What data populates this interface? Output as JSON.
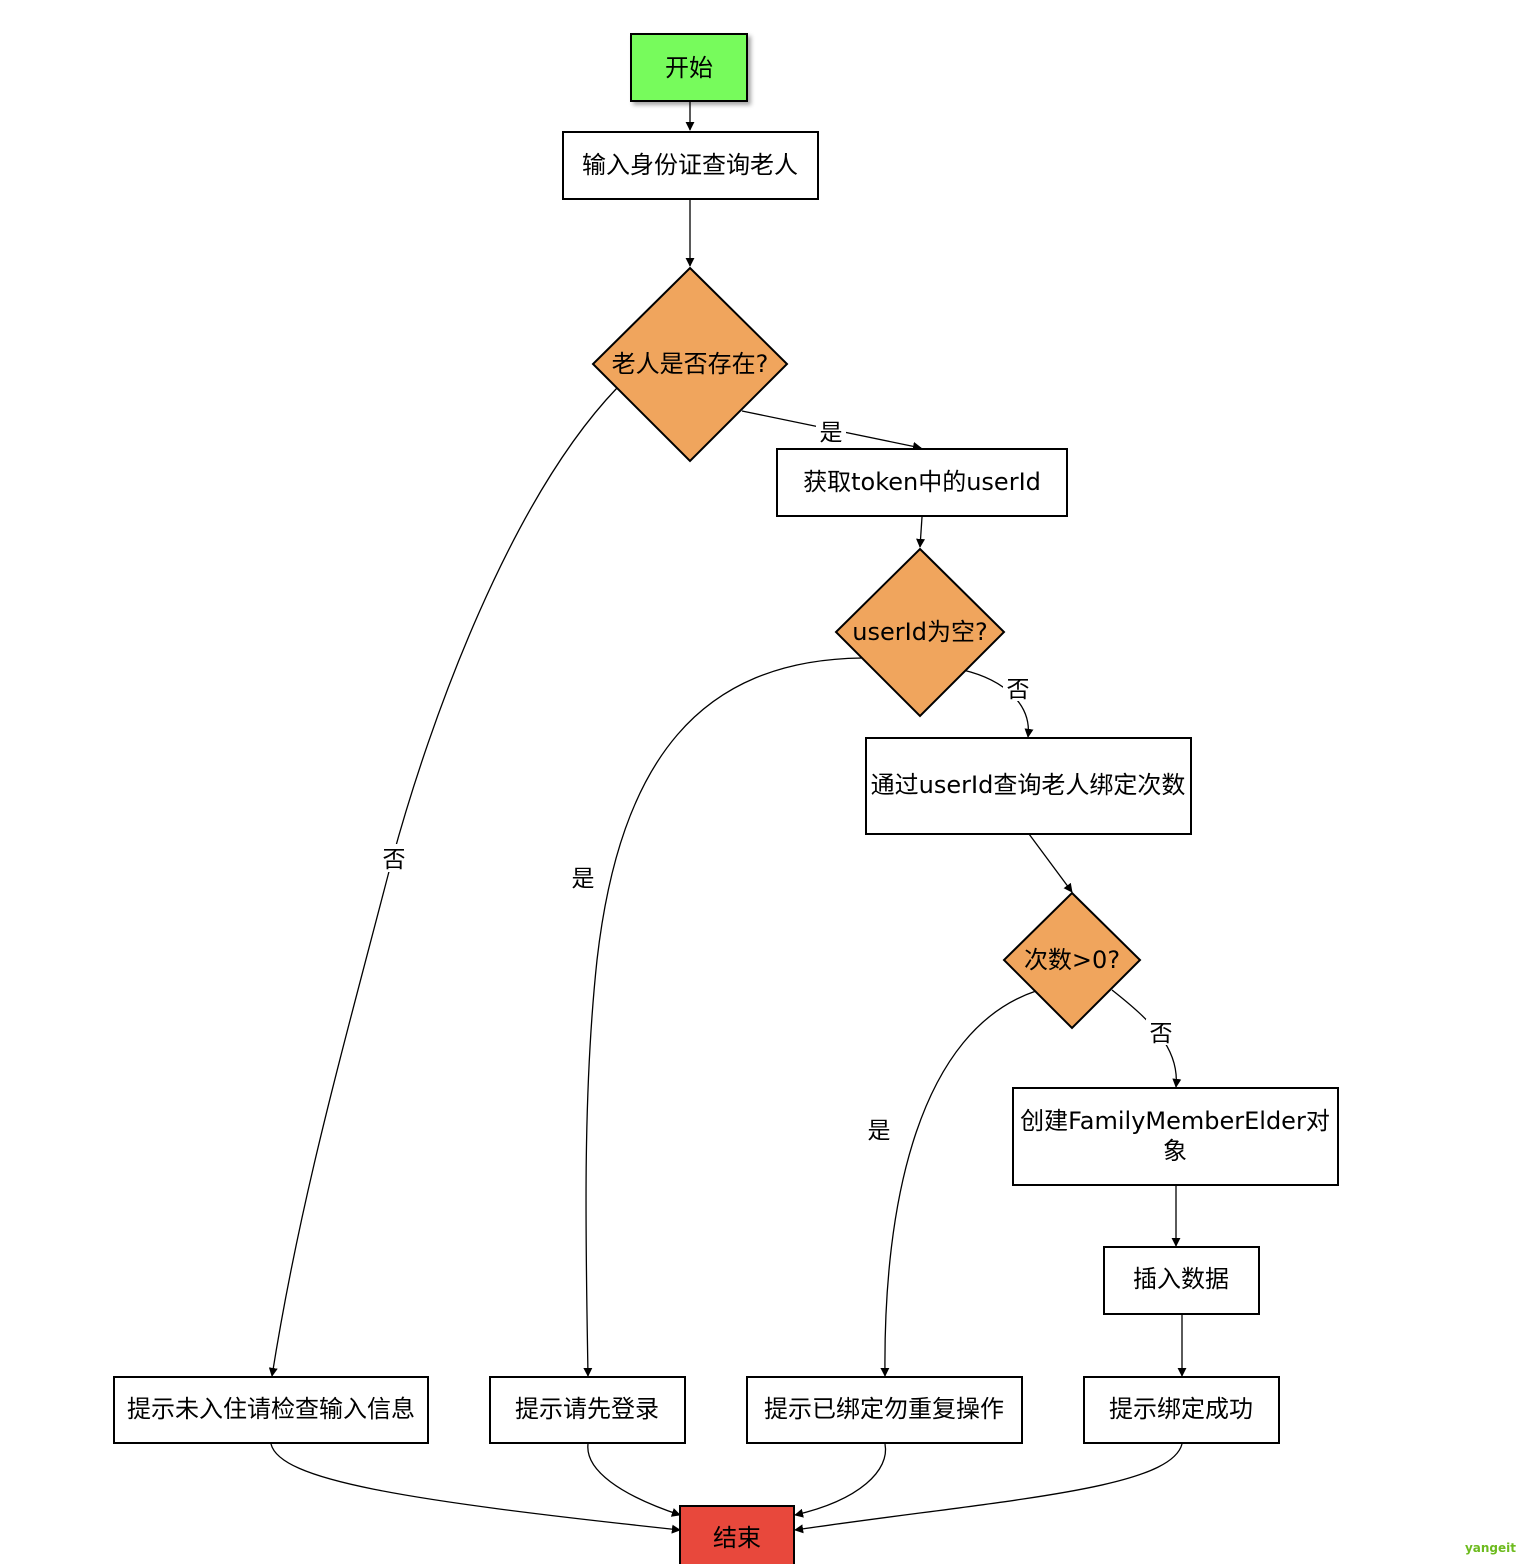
{
  "nodes": {
    "start": "开始",
    "input_id": "输入身份证查询老人",
    "elder_exists": "老人是否存在?",
    "get_user_id": "获取token中的userId",
    "user_id_empty": "userId为空?",
    "query_bind_count": "通过userId查询老人绑定次数",
    "count_gt_zero": "次数>0?",
    "create_object_line1": "创建FamilyMemberElder对",
    "create_object_line2": "象",
    "insert_data": "插入数据",
    "tip_not_checked_in": "提示未入住请检查输入信息",
    "tip_login_first": "提示请先登录",
    "tip_already_bound": "提示已绑定勿重复操作",
    "tip_bind_success": "提示绑定成功",
    "end": "结束"
  },
  "edge_labels": {
    "exists_yes": "是",
    "exists_no": "否",
    "user_empty_yes": "是",
    "user_empty_no": "否",
    "count_yes": "是",
    "count_no": "否"
  },
  "watermark": "yangeit",
  "colors": {
    "start_fill": "#77fb5c",
    "end_fill": "#e8483c",
    "decision_fill": "#f0a55d",
    "process_fill": "#ffffff",
    "watermark": "#6dbb1e"
  }
}
